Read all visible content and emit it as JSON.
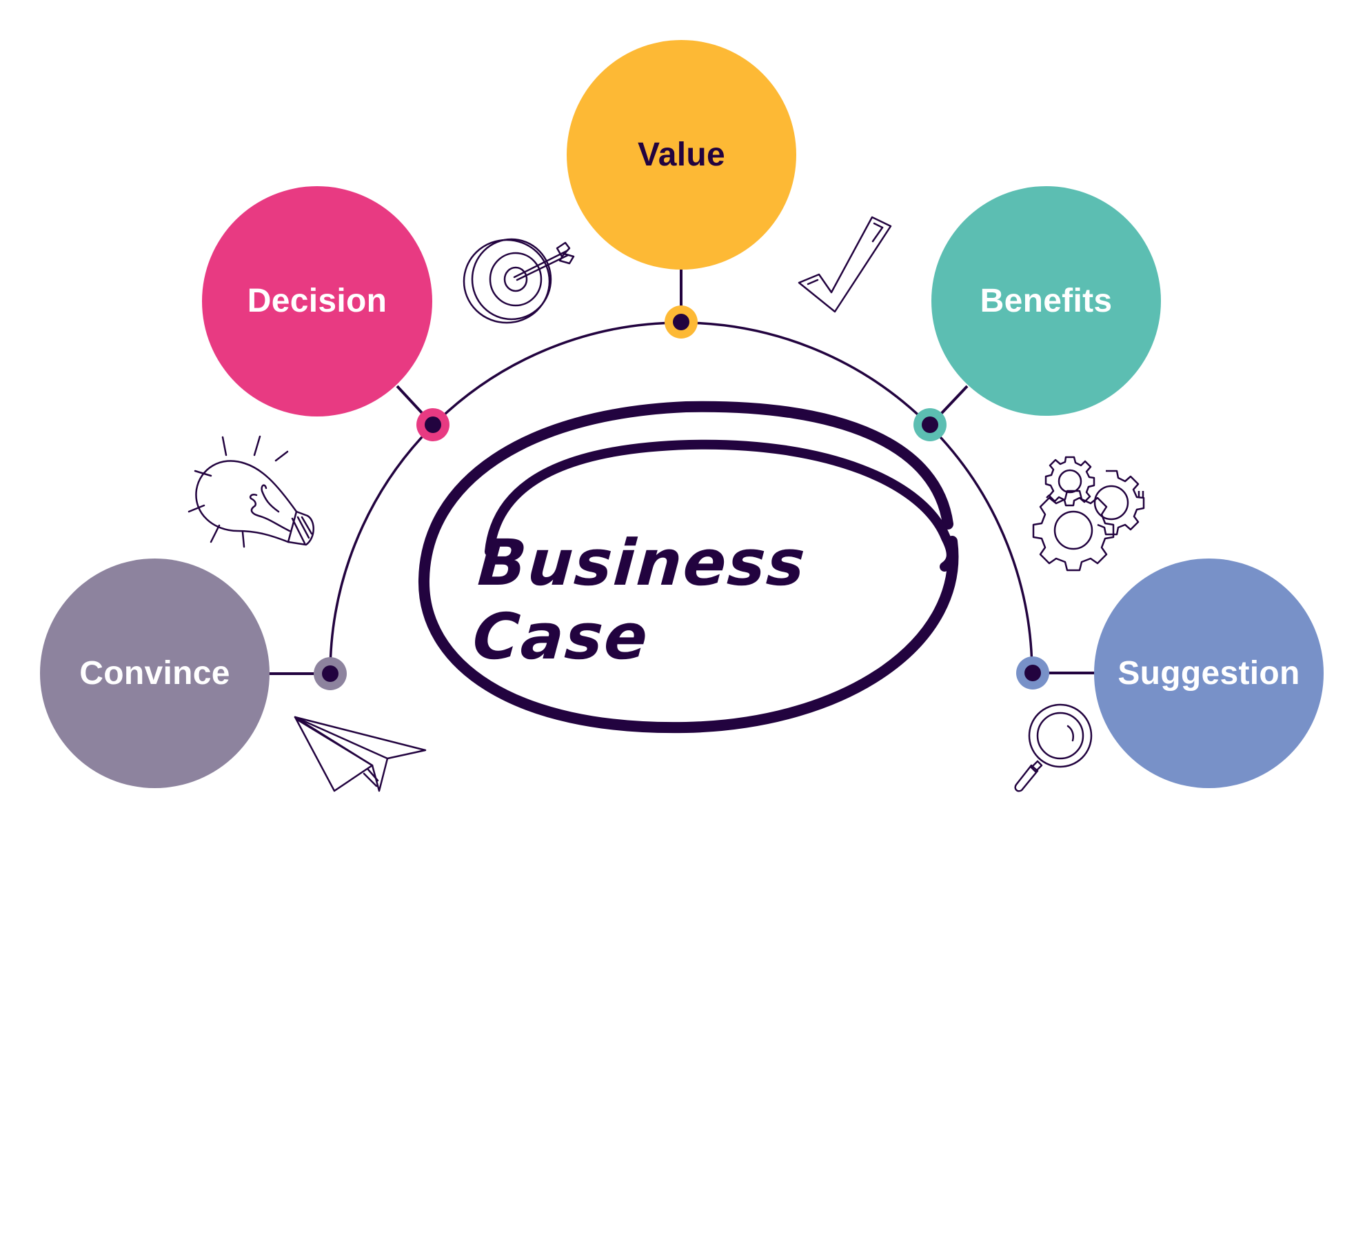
{
  "diagram": {
    "title": "Business Case",
    "type": "radial-hub",
    "colors": {
      "ink": "#22033F",
      "background": "#FFFFFF"
    },
    "nodes": [
      {
        "label": "Value",
        "color": "#FDB935",
        "text_color": "#22033F",
        "icon": "target-icon"
      },
      {
        "label": "Decision",
        "color": "#E83A82",
        "text_color": "#FFFFFF",
        "icon": "lightbulb-icon"
      },
      {
        "label": "Benefits",
        "color": "#5CBEB2",
        "text_color": "#FFFFFF",
        "icon": "gears-icon"
      },
      {
        "label": "Convince",
        "color": "#8D839E",
        "text_color": "#FFFFFF",
        "icon": "paper-plane-icon"
      },
      {
        "label": "Suggestion",
        "color": "#7891C8",
        "text_color": "#FFFFFF",
        "icon": "magnifier-icon"
      }
    ],
    "decorations": [
      "target-icon",
      "checkmark-icon",
      "lightbulb-icon",
      "gears-icon",
      "paper-plane-icon",
      "magnifier-icon"
    ]
  }
}
